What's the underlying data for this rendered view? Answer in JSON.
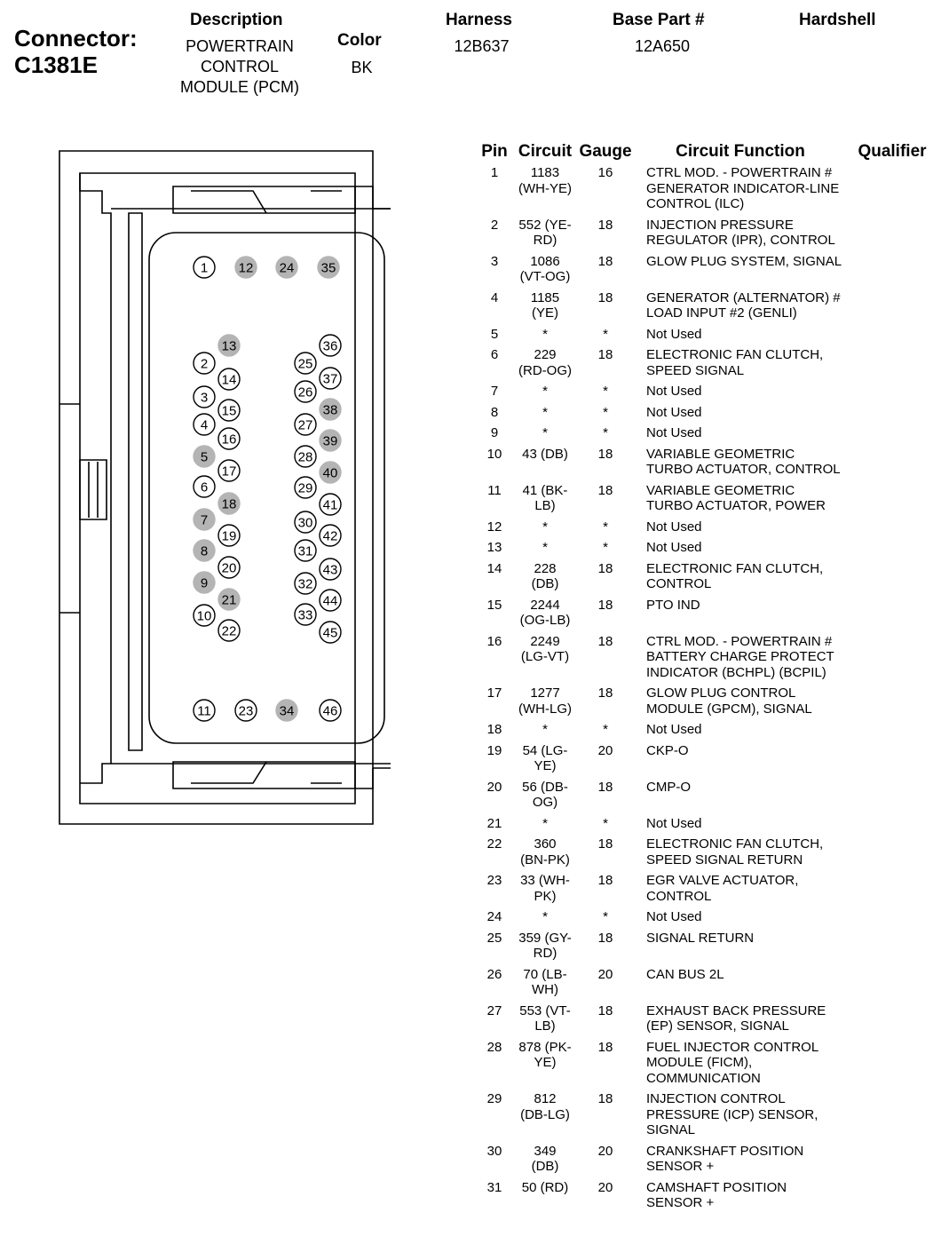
{
  "connector": {
    "label": "Connector:",
    "id": "C1381E"
  },
  "header": {
    "description_label": "Description",
    "description_lines": [
      "POWERTRAIN",
      "CONTROL",
      "MODULE (PCM)"
    ],
    "color_label": "Color",
    "color_value": "BK",
    "harness_label": "Harness",
    "harness_value": "12B637",
    "base_part_label": "Base Part #",
    "base_part_value": "12A650",
    "hardshell_label": "Hardshell"
  },
  "colors": {
    "unused_pin_fill": "#b4b4b4",
    "line": "#000000"
  },
  "diagram": {
    "unused_pins": [
      "5",
      "7",
      "8",
      "9",
      "12",
      "13",
      "18",
      "21",
      "24",
      "34",
      "35",
      "38",
      "39",
      "40"
    ],
    "pin_labels": [
      "1",
      "2",
      "3",
      "4",
      "5",
      "6",
      "7",
      "8",
      "9",
      "10",
      "11",
      "12",
      "13",
      "14",
      "15",
      "16",
      "17",
      "18",
      "19",
      "20",
      "21",
      "22",
      "23",
      "24",
      "25",
      "26",
      "27",
      "28",
      "29",
      "30",
      "31",
      "32",
      "33",
      "34",
      "35",
      "36",
      "37",
      "38",
      "39",
      "40",
      "41",
      "42",
      "43",
      "44",
      "45",
      "46"
    ]
  },
  "table": {
    "columns": [
      "Pin",
      "Circuit",
      "Gauge",
      "Circuit Function",
      "Qualifier"
    ],
    "rows": [
      {
        "pin": "1",
        "circuit": "1183 (WH-YE)",
        "gauge": "16",
        "function": "CTRL MOD. - POWERTRAIN # GENERATOR INDICATOR-LINE CONTROL (ILC)"
      },
      {
        "pin": "2",
        "circuit": "552 (YE-RD)",
        "gauge": "18",
        "function": "INJECTION PRESSURE REGULATOR (IPR), CONTROL"
      },
      {
        "pin": "3",
        "circuit": "1086 (VT-OG)",
        "gauge": "18",
        "function": "GLOW PLUG SYSTEM, SIGNAL"
      },
      {
        "pin": "4",
        "circuit": "1185 (YE)",
        "gauge": "18",
        "function": "GENERATOR (ALTERNATOR) # LOAD INPUT #2 (GENLI)"
      },
      {
        "pin": "5",
        "circuit": "*",
        "gauge": "*",
        "function": "Not Used"
      },
      {
        "pin": "6",
        "circuit": "229 (RD-OG)",
        "gauge": "18",
        "function": "ELECTRONIC FAN CLUTCH, SPEED SIGNAL"
      },
      {
        "pin": "7",
        "circuit": "*",
        "gauge": "*",
        "function": "Not Used"
      },
      {
        "pin": "8",
        "circuit": "*",
        "gauge": "*",
        "function": "Not Used"
      },
      {
        "pin": "9",
        "circuit": "*",
        "gauge": "*",
        "function": "Not Used"
      },
      {
        "pin": "10",
        "circuit": "43 (DB)",
        "gauge": "18",
        "function": "VARIABLE GEOMETRIC TURBO ACTUATOR, CONTROL"
      },
      {
        "pin": "11",
        "circuit": "41 (BK-LB)",
        "gauge": "18",
        "function": "VARIABLE GEOMETRIC TURBO ACTUATOR, POWER"
      },
      {
        "pin": "12",
        "circuit": "*",
        "gauge": "*",
        "function": "Not Used"
      },
      {
        "pin": "13",
        "circuit": "*",
        "gauge": "*",
        "function": "Not Used"
      },
      {
        "pin": "14",
        "circuit": "228 (DB)",
        "gauge": "18",
        "function": "ELECTRONIC FAN CLUTCH, CONTROL"
      },
      {
        "pin": "15",
        "circuit": "2244 (OG-LB)",
        "gauge": "18",
        "function": "PTO IND"
      },
      {
        "pin": "16",
        "circuit": "2249 (LG-VT)",
        "gauge": "18",
        "function": "CTRL MOD. - POWERTRAIN # BATTERY CHARGE PROTECT INDICATOR (BCHPL) (BCPIL)"
      },
      {
        "pin": "17",
        "circuit": "1277 (WH-LG)",
        "gauge": "18",
        "function": "GLOW PLUG CONTROL MODULE (GPCM), SIGNAL"
      },
      {
        "pin": "18",
        "circuit": "*",
        "gauge": "*",
        "function": "Not Used"
      },
      {
        "pin": "19",
        "circuit": "54 (LG-YE)",
        "gauge": "20",
        "function": "CKP-O"
      },
      {
        "pin": "20",
        "circuit": "56 (DB-OG)",
        "gauge": "18",
        "function": "CMP-O"
      },
      {
        "pin": "21",
        "circuit": "*",
        "gauge": "*",
        "function": "Not Used"
      },
      {
        "pin": "22",
        "circuit": "360 (BN-PK)",
        "gauge": "18",
        "function": "ELECTRONIC FAN CLUTCH, SPEED SIGNAL RETURN"
      },
      {
        "pin": "23",
        "circuit": "33 (WH-PK)",
        "gauge": "18",
        "function": "EGR VALVE ACTUATOR, CONTROL"
      },
      {
        "pin": "24",
        "circuit": "*",
        "gauge": "*",
        "function": "Not Used"
      },
      {
        "pin": "25",
        "circuit": "359 (GY-RD)",
        "gauge": "18",
        "function": "SIGNAL RETURN"
      },
      {
        "pin": "26",
        "circuit": "70 (LB-WH)",
        "gauge": "20",
        "function": "CAN BUS 2L"
      },
      {
        "pin": "27",
        "circuit": "553 (VT-LB)",
        "gauge": "18",
        "function": "EXHAUST BACK PRESSURE (EP) SENSOR, SIGNAL"
      },
      {
        "pin": "28",
        "circuit": "878 (PK-YE)",
        "gauge": "18",
        "function": "FUEL INJECTOR CONTROL MODULE (FICM), COMMUNICATION"
      },
      {
        "pin": "29",
        "circuit": "812 (DB-LG)",
        "gauge": "18",
        "function": "INJECTION CONTROL PRESSURE (ICP) SENSOR, SIGNAL"
      },
      {
        "pin": "30",
        "circuit": "349 (DB)",
        "gauge": "20",
        "function": "CRANKSHAFT POSITION SENSOR +"
      },
      {
        "pin": "31",
        "circuit": "50 (RD)",
        "gauge": "20",
        "function": "CAMSHAFT POSITION SENSOR +"
      }
    ]
  }
}
